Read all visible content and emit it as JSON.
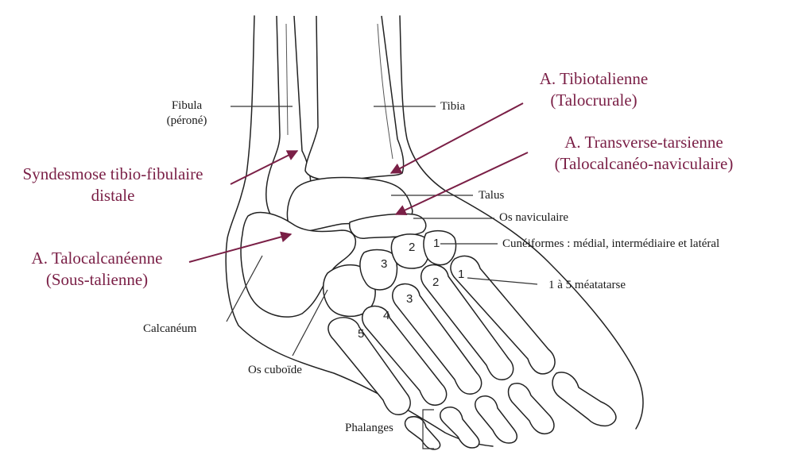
{
  "labels": {
    "fibula": "Fibula",
    "fibula_sub": "(péroné)",
    "tibia": "Tibia",
    "talus": "Talus",
    "naviculaire": "Os naviculaire",
    "cuneiformes": "Cunéiformes : médial, intermédiaire et latéral",
    "metatarse": "1 à 5 méatatarse",
    "calcaneum": "Calcanéum",
    "cuboide": "Os cuboïde",
    "phalanges": "Phalanges"
  },
  "joints": {
    "syndesmose_l1": "Syndesmose tibio-fibulaire",
    "syndesmose_l2": "distale",
    "tibiotalienne_l1": "A. Tibiotalienne",
    "tibiotalienne_l2": "(Talocrurale)",
    "transverse_l1": "A. Transverse-tarsienne",
    "transverse_l2": "(Talocalcanéo-naviculaire)",
    "talocalcaneenne_l1": "A. Talocalcanéenne",
    "talocalcaneenne_l2": "(Sous-talienne)"
  },
  "bone_numbers": {
    "cun_1": "1",
    "cun_2": "2",
    "cun_3": "3",
    "met_1": "1",
    "met_2": "2",
    "met_3": "3",
    "met_4": "4",
    "met_5": "5"
  },
  "colors": {
    "accent": "#7a1f46",
    "ink": "#1a1a1a"
  }
}
